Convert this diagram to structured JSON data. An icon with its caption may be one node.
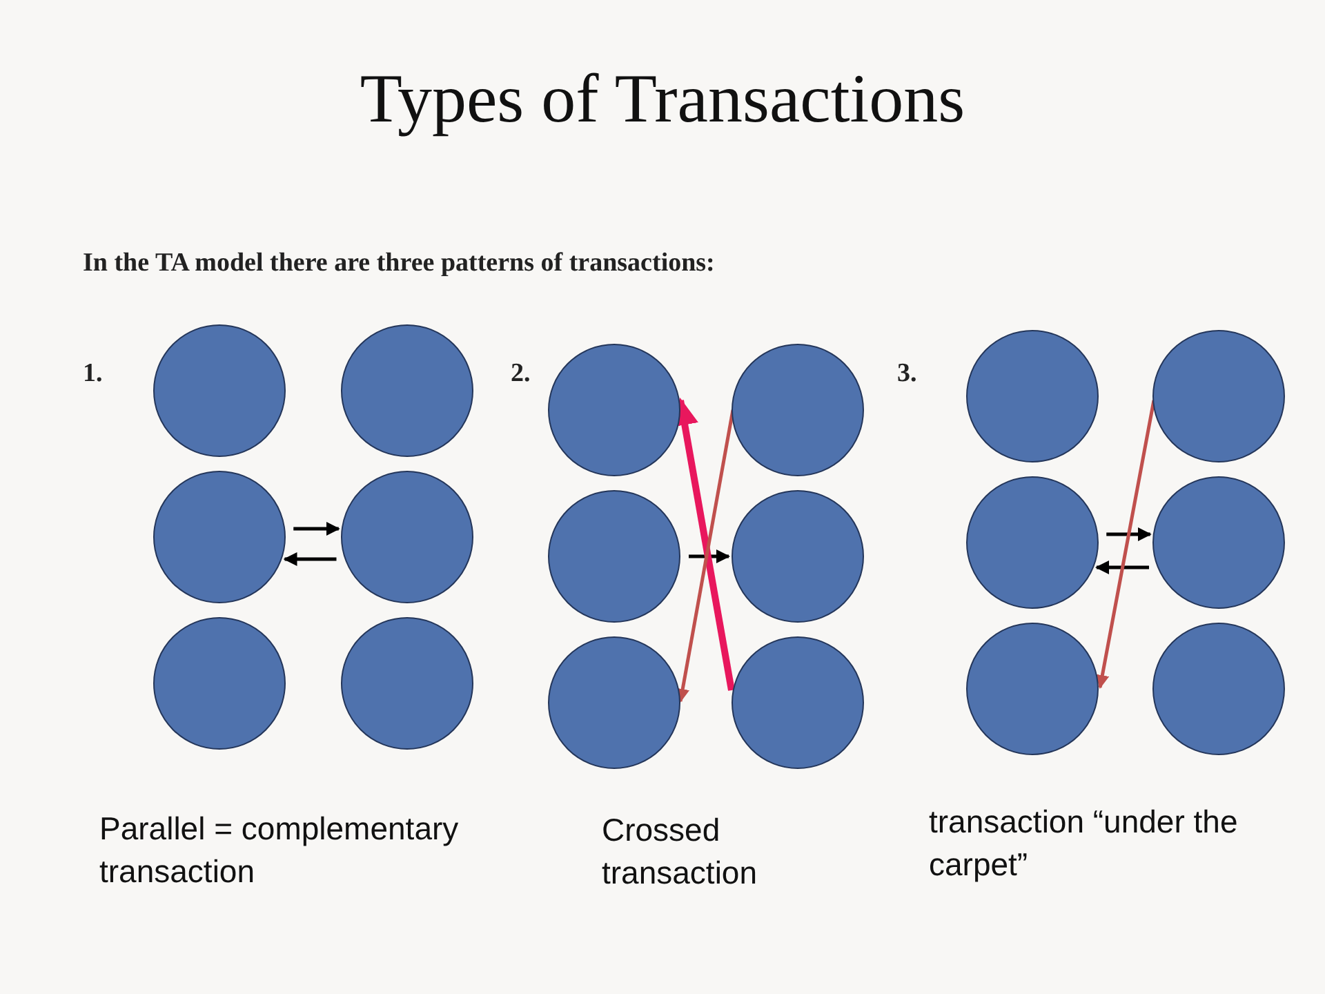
{
  "diagram": {
    "title": "Types of Transactions",
    "nodes": [
      {
        "text": [],
        "shape": "circle"
      },
      {
        "text": [],
        "shape": "circle"
      },
      {
        "text": [],
        "shape": "circle"
      },
      {
        "text": [],
        "shape": "circle"
      },
      {
        "text": [],
        "shape": "circle"
      },
      {
        "text": [],
        "shape": "circle"
      },
      {
        "text": [],
        "shape": "circle"
      },
      {
        "text": [],
        "shape": "circle"
      },
      {
        "text": [],
        "shape": "circle"
      },
      {
        "text": [],
        "shape": "circle"
      },
      {
        "text": [],
        "shape": "circle"
      },
      {
        "text": [],
        "shape": "circle"
      },
      {
        "text": [],
        "shape": "circle"
      },
      {
        "text": [],
        "shape": "circle"
      },
      {
        "text": [],
        "shape": "circle"
      },
      {
        "text": [],
        "shape": "circle"
      },
      {
        "text": [],
        "shape": "circle"
      },
      {
        "text": [],
        "shape": "circle"
      }
    ],
    "edges": [
      {
        "from": 2,
        "to": 3,
        "arrow": "to"
      },
      {
        "from": 3,
        "to": 2,
        "arrow": "to"
      },
      {
        "from": 8,
        "to": 9,
        "arrow": "to"
      },
      {
        "from": 11,
        "to": 6,
        "arrow": "to",
        "style": "thick",
        "color": "#e8175d"
      },
      {
        "from": 7,
        "to": 10,
        "arrow": "to",
        "color": "#c0504d"
      },
      {
        "from": 14,
        "to": 15,
        "arrow": "to"
      },
      {
        "from": 15,
        "to": 14,
        "arrow": "to"
      },
      {
        "from": 13,
        "to": 16,
        "arrow": "to",
        "color": "#c0504d"
      }
    ],
    "labels": [
      "In the TA model there are three patterns of transactions:",
      "1.",
      "2.",
      "3.",
      "Parallel = complementary transaction",
      "Crossed transaction",
      "transaction “under the carpet”"
    ]
  }
}
